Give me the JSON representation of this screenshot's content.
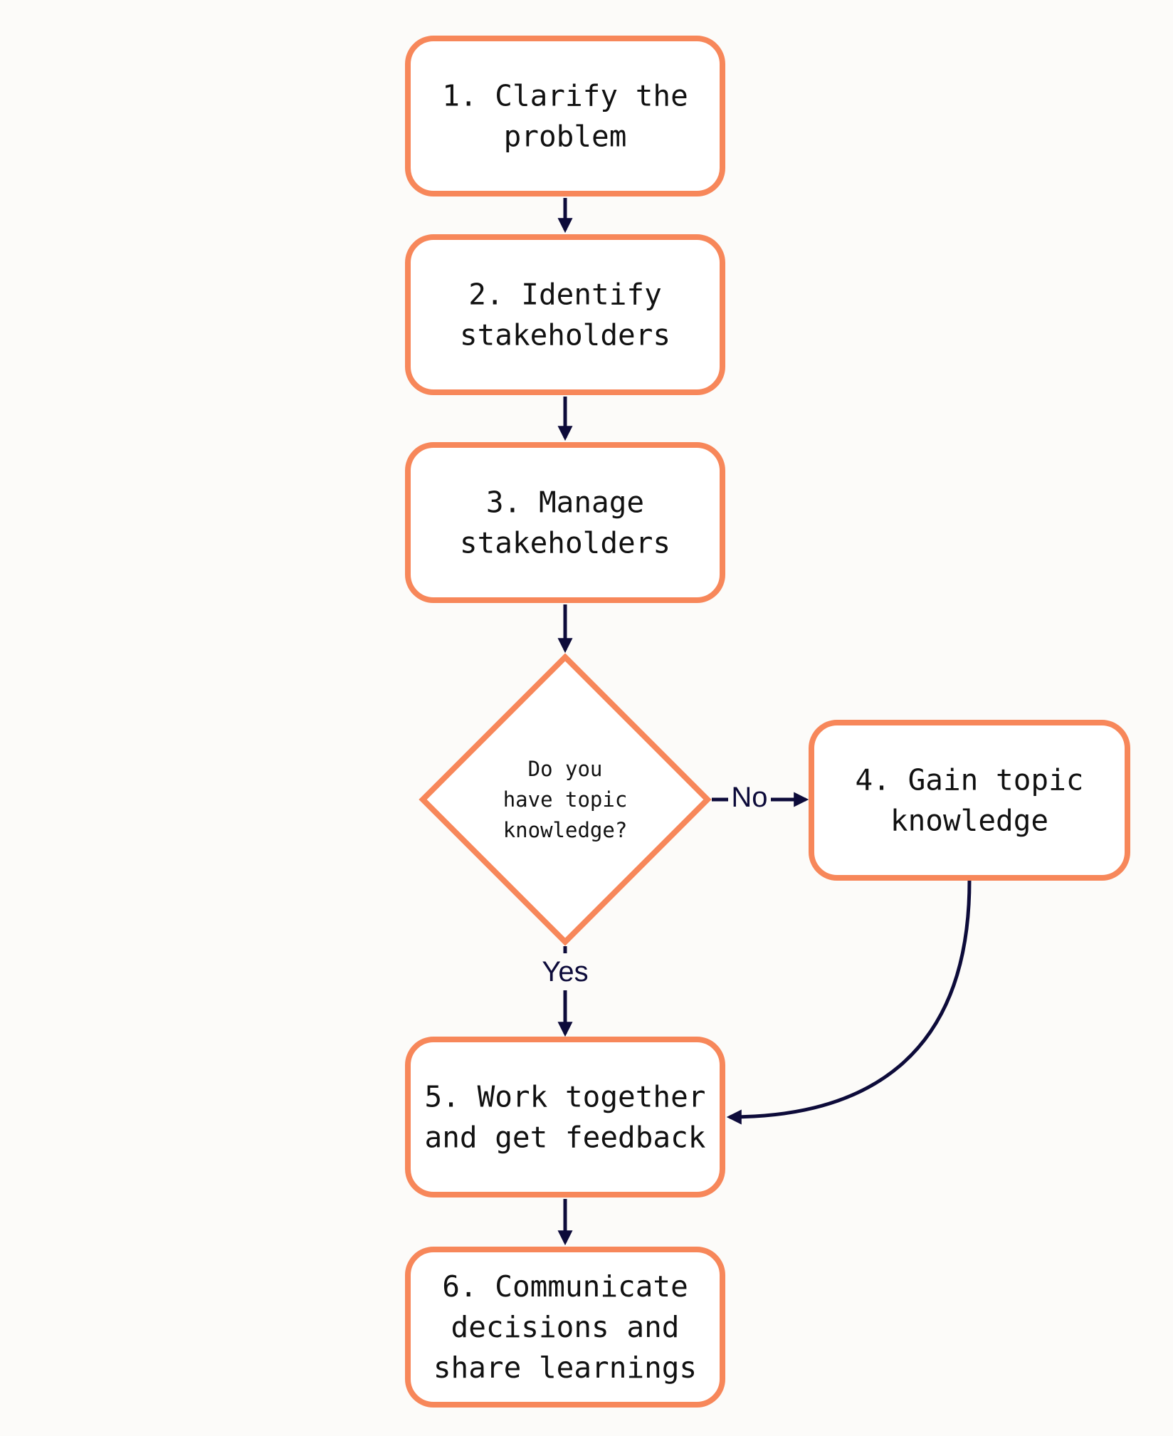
{
  "colors": {
    "node_border": "#f7875a",
    "node_fill": "#ffffff",
    "edge": "#0d0b3a",
    "text": "#111111",
    "background": "#fcfbf9"
  },
  "nodes": [
    {
      "id": "step-1",
      "shape": "rounded-rect",
      "lines": [
        "1. Clarify the",
        "problem"
      ]
    },
    {
      "id": "step-2",
      "shape": "rounded-rect",
      "lines": [
        "2. Identify",
        "stakeholders"
      ]
    },
    {
      "id": "step-3",
      "shape": "rounded-rect",
      "lines": [
        "3. Manage",
        "stakeholders"
      ]
    },
    {
      "id": "decision",
      "shape": "diamond",
      "lines": [
        "Do you",
        "have topic",
        "knowledge?"
      ]
    },
    {
      "id": "step-4",
      "shape": "rounded-rect",
      "lines": [
        "4. Gain topic",
        "knowledge"
      ]
    },
    {
      "id": "step-5",
      "shape": "rounded-rect",
      "lines": [
        "5. Work together",
        "and get feedback"
      ]
    },
    {
      "id": "step-6",
      "shape": "rounded-rect",
      "lines": [
        "6. Communicate",
        "decisions and",
        "share learnings"
      ]
    }
  ],
  "edges": [
    {
      "from": "step-1",
      "to": "step-2",
      "label": ""
    },
    {
      "from": "step-2",
      "to": "step-3",
      "label": ""
    },
    {
      "from": "step-3",
      "to": "decision",
      "label": ""
    },
    {
      "from": "decision",
      "to": "step-4",
      "label": "No"
    },
    {
      "from": "decision",
      "to": "step-5",
      "label": "Yes"
    },
    {
      "from": "step-4",
      "to": "step-5",
      "label": ""
    },
    {
      "from": "step-5",
      "to": "step-6",
      "label": ""
    }
  ]
}
